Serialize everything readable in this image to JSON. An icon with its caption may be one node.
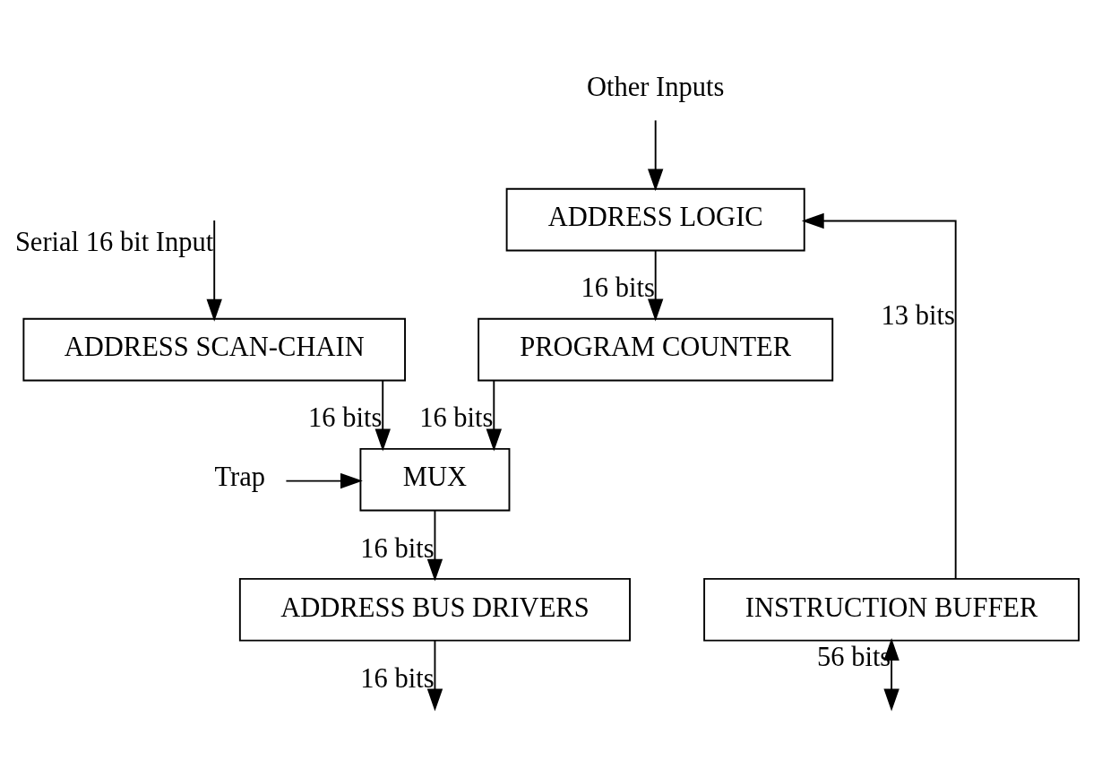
{
  "diagram": {
    "nodes": [
      {
        "text": [
          "Other Inputs"
        ]
      },
      {
        "text": [
          "ADDRESS LOGIC"
        ]
      },
      {
        "text": [
          "ADDRESS SCAN-CHAIN"
        ]
      },
      {
        "text": [
          "PROGRAM COUNTER"
        ]
      },
      {
        "text": [
          "Trap"
        ]
      },
      {
        "text": [
          "MUX"
        ]
      },
      {
        "text": [
          "ADDRESS BUS DRIVERS"
        ]
      },
      {
        "text": [
          "INSTRUCTION BUFFER"
        ]
      }
    ],
    "edges": [
      {
        "from": 0,
        "to": 1,
        "arrow": "to"
      },
      {
        "from": 7,
        "to": 1,
        "arrow": "to",
        "label": "13 bits"
      },
      {
        "from": 1,
        "to": 3,
        "arrow": "to",
        "label": "16 bits"
      },
      {
        "from": null,
        "to": 2,
        "arrow": "to",
        "label": "Serial 16 bit Input"
      },
      {
        "from": 2,
        "to": 5,
        "arrow": "to",
        "label": "16 bits"
      },
      {
        "from": 3,
        "to": 5,
        "arrow": "to",
        "label": "16 bits"
      },
      {
        "from": 4,
        "to": 5,
        "arrow": "to"
      },
      {
        "from": 5,
        "to": 6,
        "arrow": "to",
        "label": "16 bits"
      },
      {
        "from": 6,
        "to": null,
        "arrow": "to",
        "label": "16 bits"
      },
      {
        "from": 7,
        "to": null,
        "arrow": "both",
        "label": "56 bits"
      }
    ]
  }
}
